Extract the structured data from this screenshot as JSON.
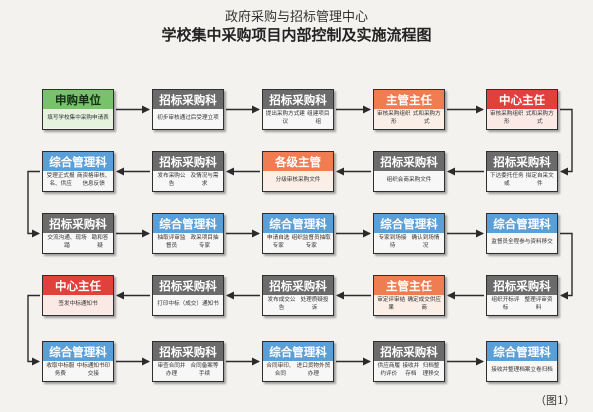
{
  "header": {
    "subtitle": "政府采购与招标管理中心",
    "title": "学校集中采购项目内部控制及实施流程图"
  },
  "caption": "（图1）",
  "colors": {
    "green": "#77c26a",
    "gray": "#6b6b6b",
    "blue": "#5b9fd8",
    "orange": "#f07d52",
    "red": "#e2403a"
  },
  "rows": [
    [
      {
        "title": "申购单位",
        "lines": [
          "填写学校集中采",
          "购申请表"
        ],
        "color": "green"
      },
      {
        "title": "招标采购科",
        "lines": [
          "初步审核",
          "通过后受理立项"
        ],
        "color": "gray"
      },
      {
        "title": "招标采购科",
        "lines": [
          "提出采购方式建议",
          "组建项目组"
        ],
        "color": "gray"
      },
      {
        "title": "主管主任",
        "lines": [
          "审核采购组织形",
          "式和采购方式"
        ],
        "color": "orange"
      },
      {
        "title": "中心主任",
        "lines": [
          "审核采购组织形",
          "式和采购方式"
        ],
        "color": "red"
      }
    ],
    [
      {
        "title": "综合管理科",
        "lines": [
          "受理正式报名、供应",
          "商资格审核、信息反馈"
        ],
        "color": "blue"
      },
      {
        "title": "招标采购科",
        "lines": [
          "发布采购公告",
          "及情况与需求"
        ],
        "color": "gray"
      },
      {
        "title": "各级主管",
        "lines": [
          "分级审核",
          "采购文件"
        ],
        "color": "orange"
      },
      {
        "title": "招标采购科",
        "lines": [
          "组织会商",
          "采购文件"
        ],
        "color": "gray"
      },
      {
        "title": "招标采购科",
        "lines": [
          "下达委托任务或",
          "拟定自采文件"
        ],
        "color": "gray"
      }
    ],
    [
      {
        "title": "招标采购科",
        "lines": [
          "交流沟通、现场踏",
          "勘和答疑"
        ],
        "color": "gray"
      },
      {
        "title": "综合管理科",
        "lines": [
          "抽取评审监督员",
          "政采项目抽专家"
        ],
        "color": "blue"
      },
      {
        "title": "综合管理科",
        "lines": [
          "申请自选专家",
          "组织监督员抽取专家"
        ],
        "color": "blue"
      },
      {
        "title": "综合管理科",
        "lines": [
          "专家到场接待",
          "确认到场情况"
        ],
        "color": "blue"
      },
      {
        "title": "综合管理科",
        "lines": [
          "监督员全程参",
          "与资料移交"
        ],
        "color": "blue"
      }
    ],
    [
      {
        "title": "中心主任",
        "lines": [
          "签发中标通知书"
        ],
        "color": "red"
      },
      {
        "title": "招标采购科",
        "lines": [
          "打印中标（成交）",
          "通知书"
        ],
        "color": "gray"
      },
      {
        "title": "招标采购科",
        "lines": [
          "发布成交公告",
          "处理质疑投诉"
        ],
        "color": "gray"
      },
      {
        "title": "主管主任",
        "lines": [
          "审定评审结果",
          "确定成交供应商"
        ],
        "color": "orange"
      },
      {
        "title": "招标采购科",
        "lines": [
          "组织开标评标",
          "整理评审资料"
        ],
        "color": "gray"
      }
    ],
    [
      {
        "title": "综合管理科",
        "lines": [
          "收取中标服务费",
          "中标通知书印交接"
        ],
        "color": "blue"
      },
      {
        "title": "招标采购科",
        "lines": [
          "审查合同并办理",
          "合同备案等手续"
        ],
        "color": "gray"
      },
      {
        "title": "综合管理科",
        "lines": [
          "合同审印、合同",
          "进口货物外贸办理"
        ],
        "color": "blue"
      },
      {
        "title": "招标采购科",
        "lines": [
          "供应商履约评价",
          "接收并存档",
          "归档整理移交"
        ],
        "color": "gray"
      },
      {
        "title": "综合管理科",
        "lines": [
          "接收并整理档案",
          "立卷归档"
        ],
        "color": "blue"
      }
    ]
  ]
}
